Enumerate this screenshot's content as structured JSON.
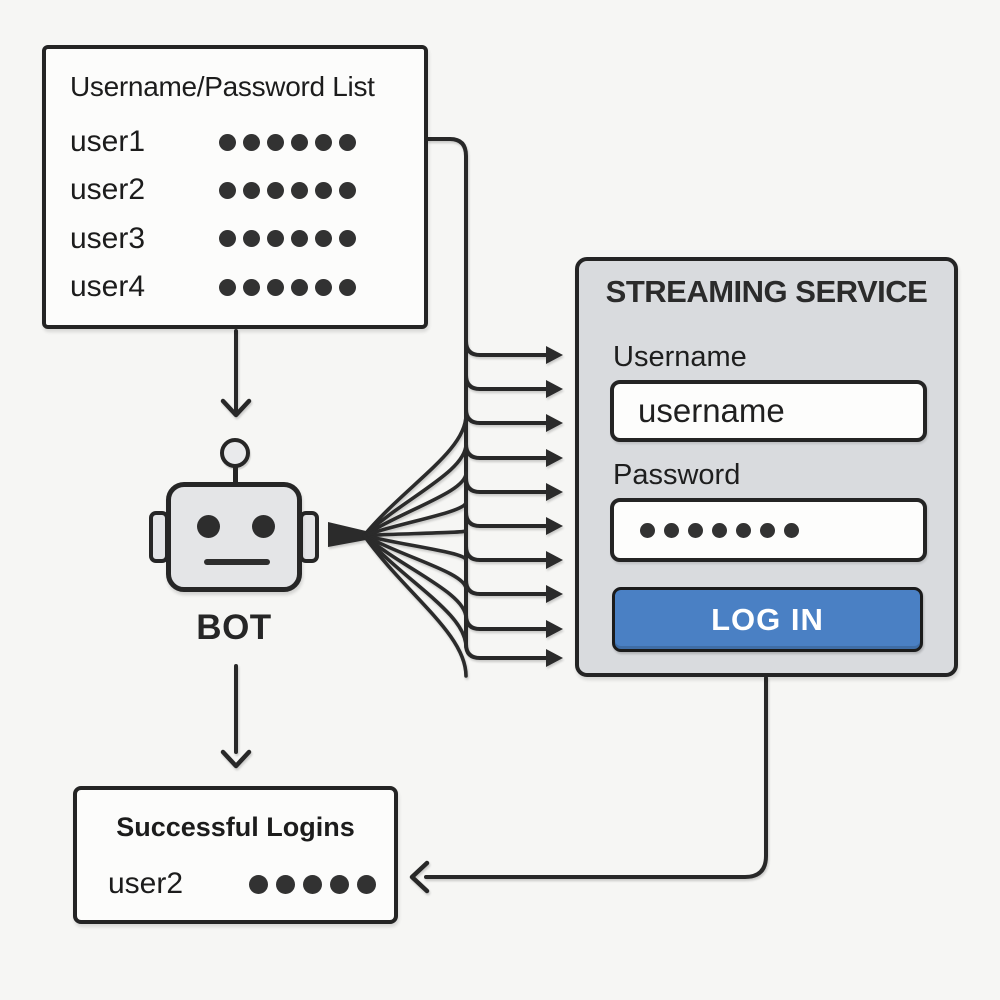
{
  "credential_list": {
    "title": "Username/Password List",
    "rows": [
      {
        "username": "user1",
        "password_dots": 6
      },
      {
        "username": "user2",
        "password_dots": 6
      },
      {
        "username": "user3",
        "password_dots": 6
      },
      {
        "username": "user4",
        "password_dots": 6
      }
    ]
  },
  "bot": {
    "label": "BOT"
  },
  "streaming_service": {
    "title": "STREAMING SERVICE",
    "username_label": "Username",
    "username_value": "username",
    "password_label": "Password",
    "password_dots": 7,
    "login_button_label": "LOG IN"
  },
  "successful_logins": {
    "title": "Successful Logins",
    "rows": [
      {
        "username": "user2",
        "password_dots": 5
      }
    ]
  },
  "connections": {
    "login_attempt_arrows": 10
  },
  "colors": {
    "background": "#f6f6f4",
    "line": "#282828",
    "box_fill": "#fcfcfb",
    "panel_fill": "#d9dbde",
    "bot_fill": "#e4e5e7",
    "button_blue": "#4a80c4",
    "button_text": "#ffffff",
    "text": "#1c1c1c"
  }
}
